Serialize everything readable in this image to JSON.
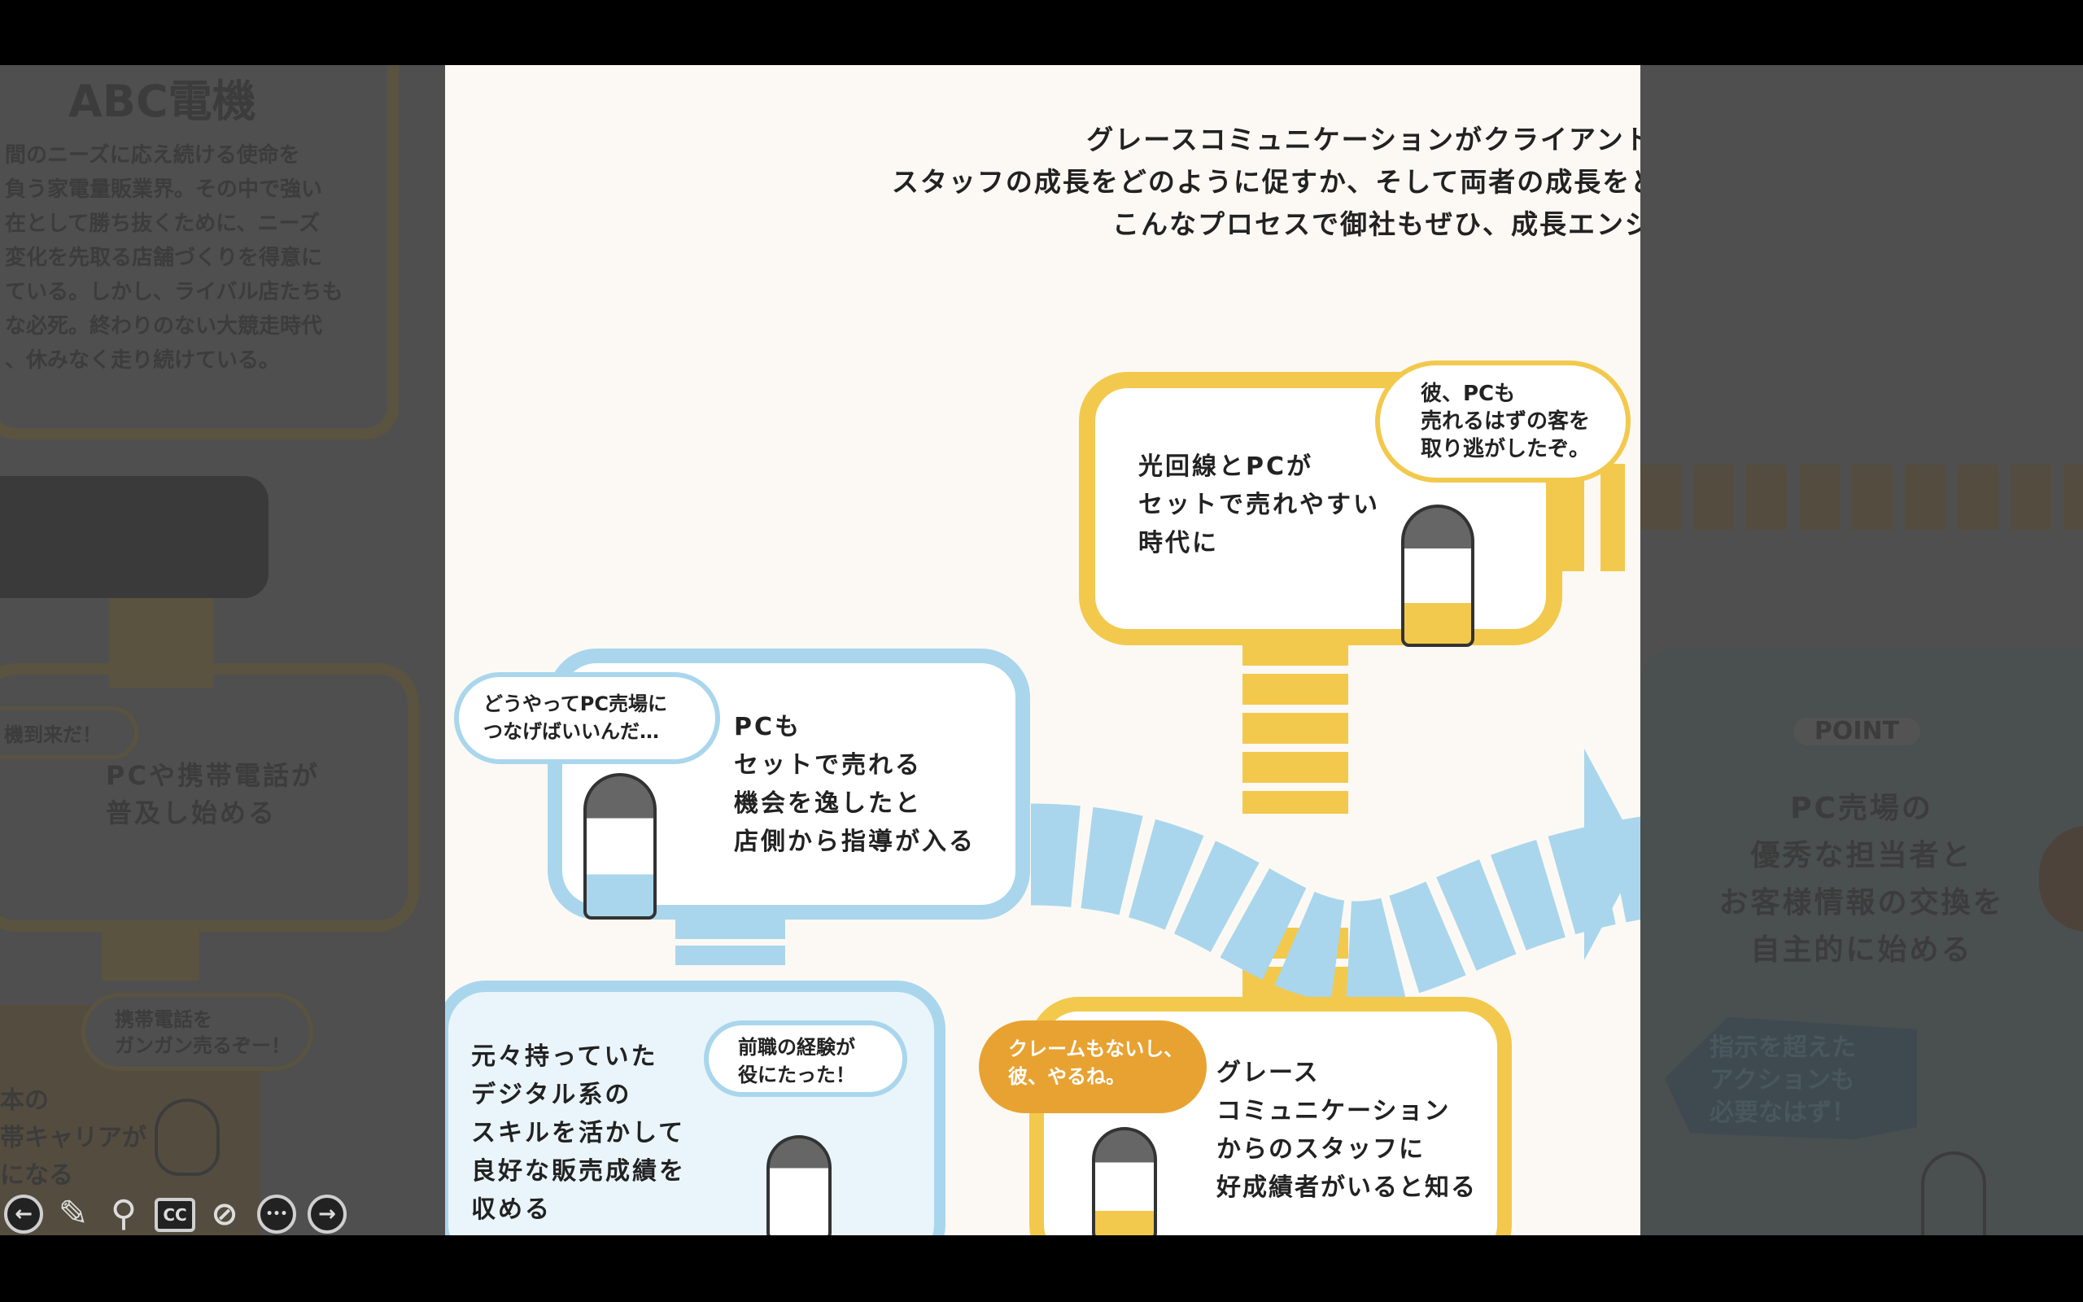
{
  "left_panel": {
    "company": "ABC電機",
    "intro_lines": [
      "間のニーズに応え続ける使命を",
      "負う家電量販業界。その中で強い",
      "在として勝ち抜くために、ニーズ",
      "変化を先取る店舗づくりを得意に",
      "ている。しかし、ライバル店たちも",
      "な必死。終わりのない大競走時代",
      "、休みなく走り続けている。"
    ],
    "bubble_partial": "機到来だ！",
    "step_text": [
      "PCや携帯電話が",
      "普及し始める"
    ],
    "bubble2": [
      "携帯電話を",
      "ガンガン売るぞー！"
    ],
    "step2_partial": [
      "本の",
      "帯キャリアが",
      "になる"
    ]
  },
  "heading": [
    "グレースコミュニケーションがクライアントの成長にどのように貢献できるか",
    "スタッフの成長をどのように促すか、そして両者の成長をどう相乗させるか、その一例をMA",
    "こんなプロセスで御社もぜひ、成長エンジンをフル回転させてみませんか？"
  ],
  "steps": {
    "fiber": {
      "text": [
        "光回線とPCが",
        "セットで売れやすい",
        "時代に"
      ],
      "bubble": [
        "彼、PCも",
        "売れるはずの客を",
        "取り逃がしたぞ。"
      ]
    },
    "guidance": {
      "text": [
        "PCも",
        "セットで売れる",
        "機会を逸したと",
        "店側から指導が入る"
      ],
      "bubble": [
        "どうやってPC売場に",
        "つなげばいいんだ…"
      ]
    },
    "skills": {
      "text": [
        "元々持っていた",
        "デジタル系の",
        "スキルを活かして",
        "良好な販売成績を",
        "収める"
      ],
      "bubble": [
        "前職の経験が",
        "役にたった！"
      ]
    },
    "grace": {
      "text": [
        "グレース",
        "コミュニケーション",
        "からのスタッフに",
        "好成績者がいると知る"
      ],
      "bubble": [
        "クレームもないし、",
        "彼、やるね。"
      ]
    }
  },
  "right_panel": {
    "badge": "POINT",
    "point_text": [
      "PC売場の",
      "優秀な担当者と",
      "お客様情報の交換を",
      "自主的に始める"
    ],
    "bubble": [
      "指示を超えた",
      "アクションも",
      "必要なはず！"
    ]
  },
  "toolbar": {
    "prev": "←",
    "pen": "✎",
    "zoom": "⚲",
    "cc": "CC",
    "camera_off": "⊘",
    "more": "•••",
    "next": "→"
  },
  "colors": {
    "yellow": "#f2c94c",
    "blue": "#a9d6ec",
    "orange": "#e8a232",
    "cream": "#fcf9f4",
    "dim": "#4f4f4f"
  }
}
